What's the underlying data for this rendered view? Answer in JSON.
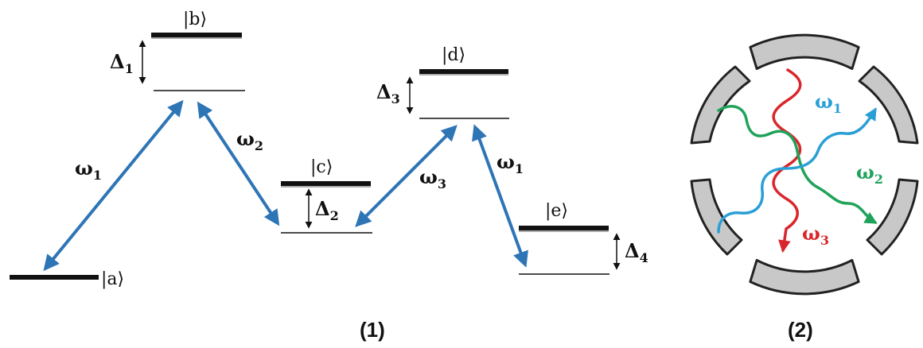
{
  "diagram": {
    "level_diagram": {
      "caption": "(1)",
      "states": {
        "a": "|a⟩",
        "b": "|b⟩",
        "c": "|c⟩",
        "d": "|d⟩",
        "e": "|e⟩"
      },
      "detunings": {
        "d1": {
          "base": "Δ",
          "sub": "1"
        },
        "d2": {
          "base": "Δ",
          "sub": "2"
        },
        "d3": {
          "base": "Δ",
          "sub": "3"
        },
        "d4": {
          "base": "Δ",
          "sub": "4"
        }
      },
      "transitions": {
        "a_b": {
          "base": "ω",
          "sub": "1"
        },
        "b_c": {
          "base": "ω",
          "sub": "2"
        },
        "c_d": {
          "base": "ω",
          "sub": "3"
        },
        "d_e": {
          "base": "ω",
          "sub": "1"
        }
      },
      "arrow_color": "#2e75b6"
    },
    "cavity": {
      "caption": "(2)",
      "mirror_color": "#c8c8c8",
      "photons": [
        {
          "base": "ω",
          "sub": "1",
          "color": "#2a9fd6"
        },
        {
          "base": "ω",
          "sub": "2",
          "color": "#1fa35a"
        },
        {
          "base": "ω",
          "sub": "3",
          "color": "#d9262c"
        }
      ]
    }
  }
}
